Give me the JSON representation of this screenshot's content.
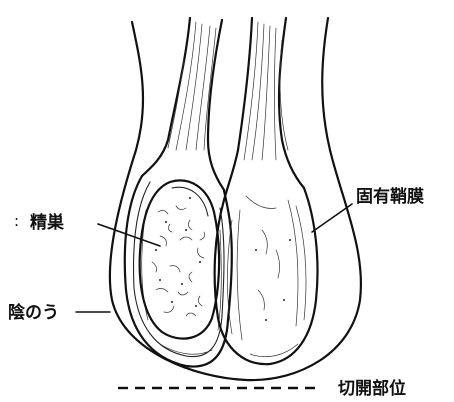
{
  "diagram": {
    "labels": {
      "testis": "精巣",
      "tunica_vaginalis": "固有鞘膜",
      "scrotum": "陰のう",
      "incision_site": "切開部位"
    },
    "colors": {
      "ink": "#111111",
      "paper": "#ffffff"
    }
  }
}
